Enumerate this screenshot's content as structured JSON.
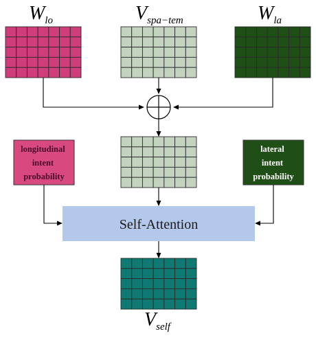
{
  "labels": {
    "w_lo": {
      "main": "W",
      "sub": "lo"
    },
    "v_spa_tem": {
      "main": "V",
      "sub": "spa−tem"
    },
    "w_la": {
      "main": "W",
      "sub": "la"
    },
    "v_self": {
      "main": "V",
      "sub": "self"
    }
  },
  "longitudinal_box": {
    "lines": [
      "longitudinal",
      "intent",
      "probability"
    ]
  },
  "lateral_box": {
    "lines": [
      "lateral",
      "intent",
      "probability"
    ]
  },
  "self_attention": {
    "label": "Self-Attention"
  },
  "colors": {
    "w_lo_fill": "#cf3d7b",
    "w_lo_text_box": "#d8497f",
    "v_fill": "#c4d3c0",
    "w_la_fill": "#1f4f16",
    "v_self_fill": "#0e7a72",
    "self_attention_fill": "#b3c8ea",
    "longitudinal_text": "#4a0a2a",
    "lateral_text": "#ffffff"
  },
  "grid": {
    "cols": 7,
    "rows": 5
  }
}
